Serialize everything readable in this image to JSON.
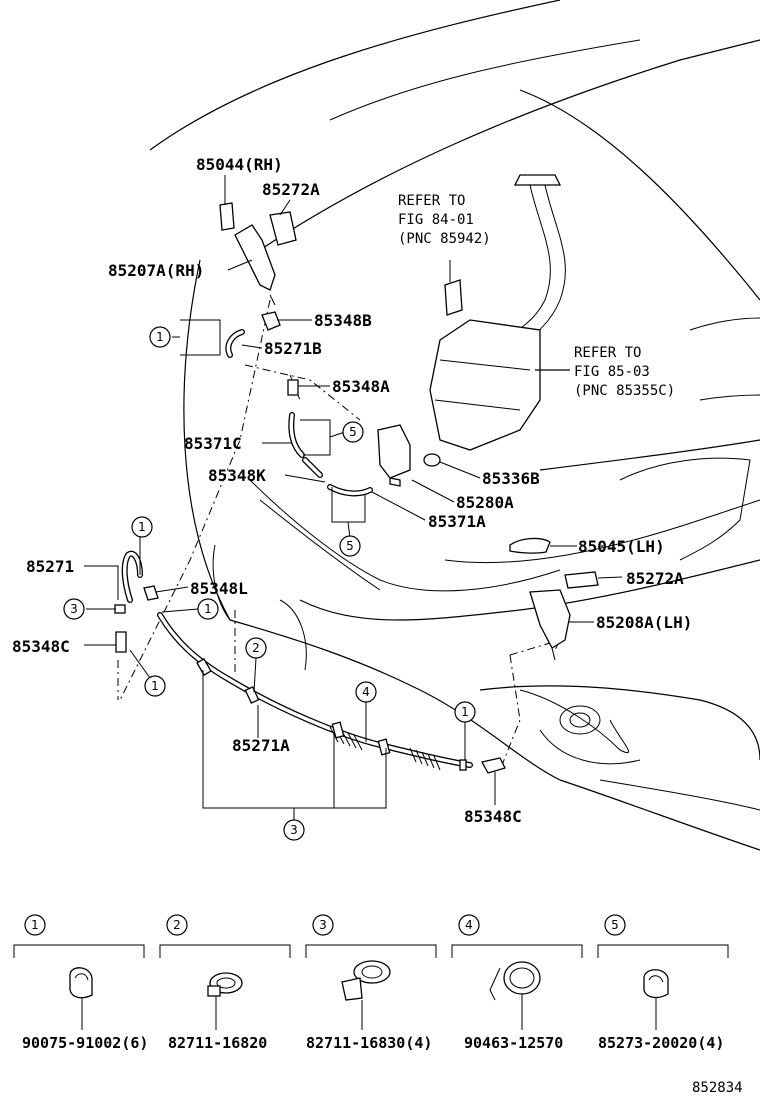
{
  "labels": {
    "l85044": "85044(RH)",
    "l85272A_top": "85272A",
    "l85207A": "85207A(RH)",
    "l85348B": "85348B",
    "l85271B": "85271B",
    "l85348A": "85348A",
    "l85371C": "85371C",
    "l85348K": "85348K",
    "l85336B": "85336B",
    "l85280A": "85280A",
    "l85371A": "85371A",
    "l85271": "85271",
    "l85348L": "85348L",
    "l85348C_left": "85348C",
    "l85045": "85045(LH)",
    "l85272A_right": "85272A",
    "l85208A": "85208A(LH)",
    "l85271A": "85271A",
    "l85348C_bottom": "85348C"
  },
  "refer1": {
    "line1": "REFER TO",
    "line2": "FIG 84-01",
    "line3": "(PNC 85942)"
  },
  "refer2": {
    "line1": "REFER TO",
    "line2": "FIG 85-03",
    "line3": "(PNC 85355C)"
  },
  "callouts": {
    "c1a": "1",
    "c1b": "1",
    "c1c": "1",
    "c1d": "1",
    "c1e": "1",
    "c2": "2",
    "c3a": "3",
    "c3b": "3",
    "c4": "4",
    "c5a": "5",
    "c5b": "5"
  },
  "legend": [
    {
      "num": "1",
      "part": "90075-91002(6)"
    },
    {
      "num": "2",
      "part": "82711-16820"
    },
    {
      "num": "3",
      "part": "82711-16830(4)"
    },
    {
      "num": "4",
      "part": "90463-12570"
    },
    {
      "num": "5",
      "part": "85273-20020(4)"
    }
  ],
  "figure_id": "852834"
}
